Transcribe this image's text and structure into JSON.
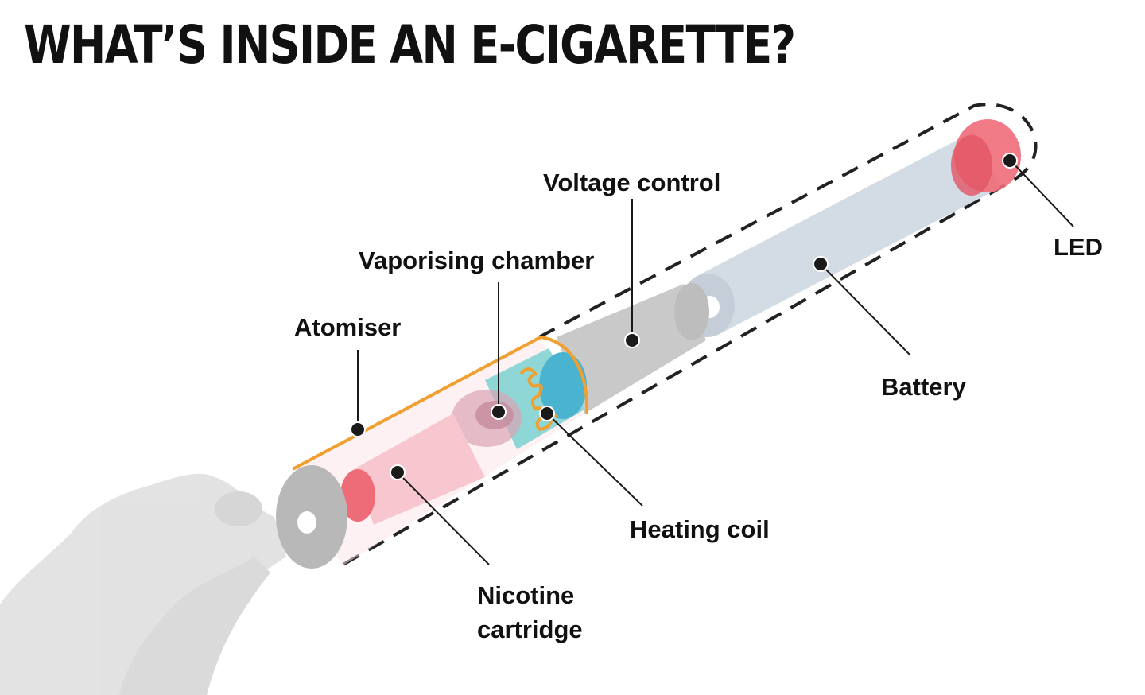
{
  "title": "WHAT’S INSIDE AN E-CIGARETTE?",
  "components": {
    "voltage_control": "Voltage control",
    "vaporising_chamber": "Vaporising chamber",
    "atomiser": "Atomiser",
    "led": "LED",
    "battery": "Battery",
    "heating_coil": "Heating coil",
    "nicotine_cartridge_line1": "Nicotine",
    "nicotine_cartridge_line2": "cartridge"
  },
  "colors": {
    "atomiser_outline": "#f0a030",
    "led": "#ee6b78",
    "battery": "#d3dbe4",
    "voltage_control": "#c9c9c9",
    "heating_chamber": "#8fd6d6",
    "coil": "#f0a030",
    "cartridge": "#f7c6cf",
    "mouthpiece": "#b8b8b8",
    "smoke": "#dcdcdc"
  }
}
